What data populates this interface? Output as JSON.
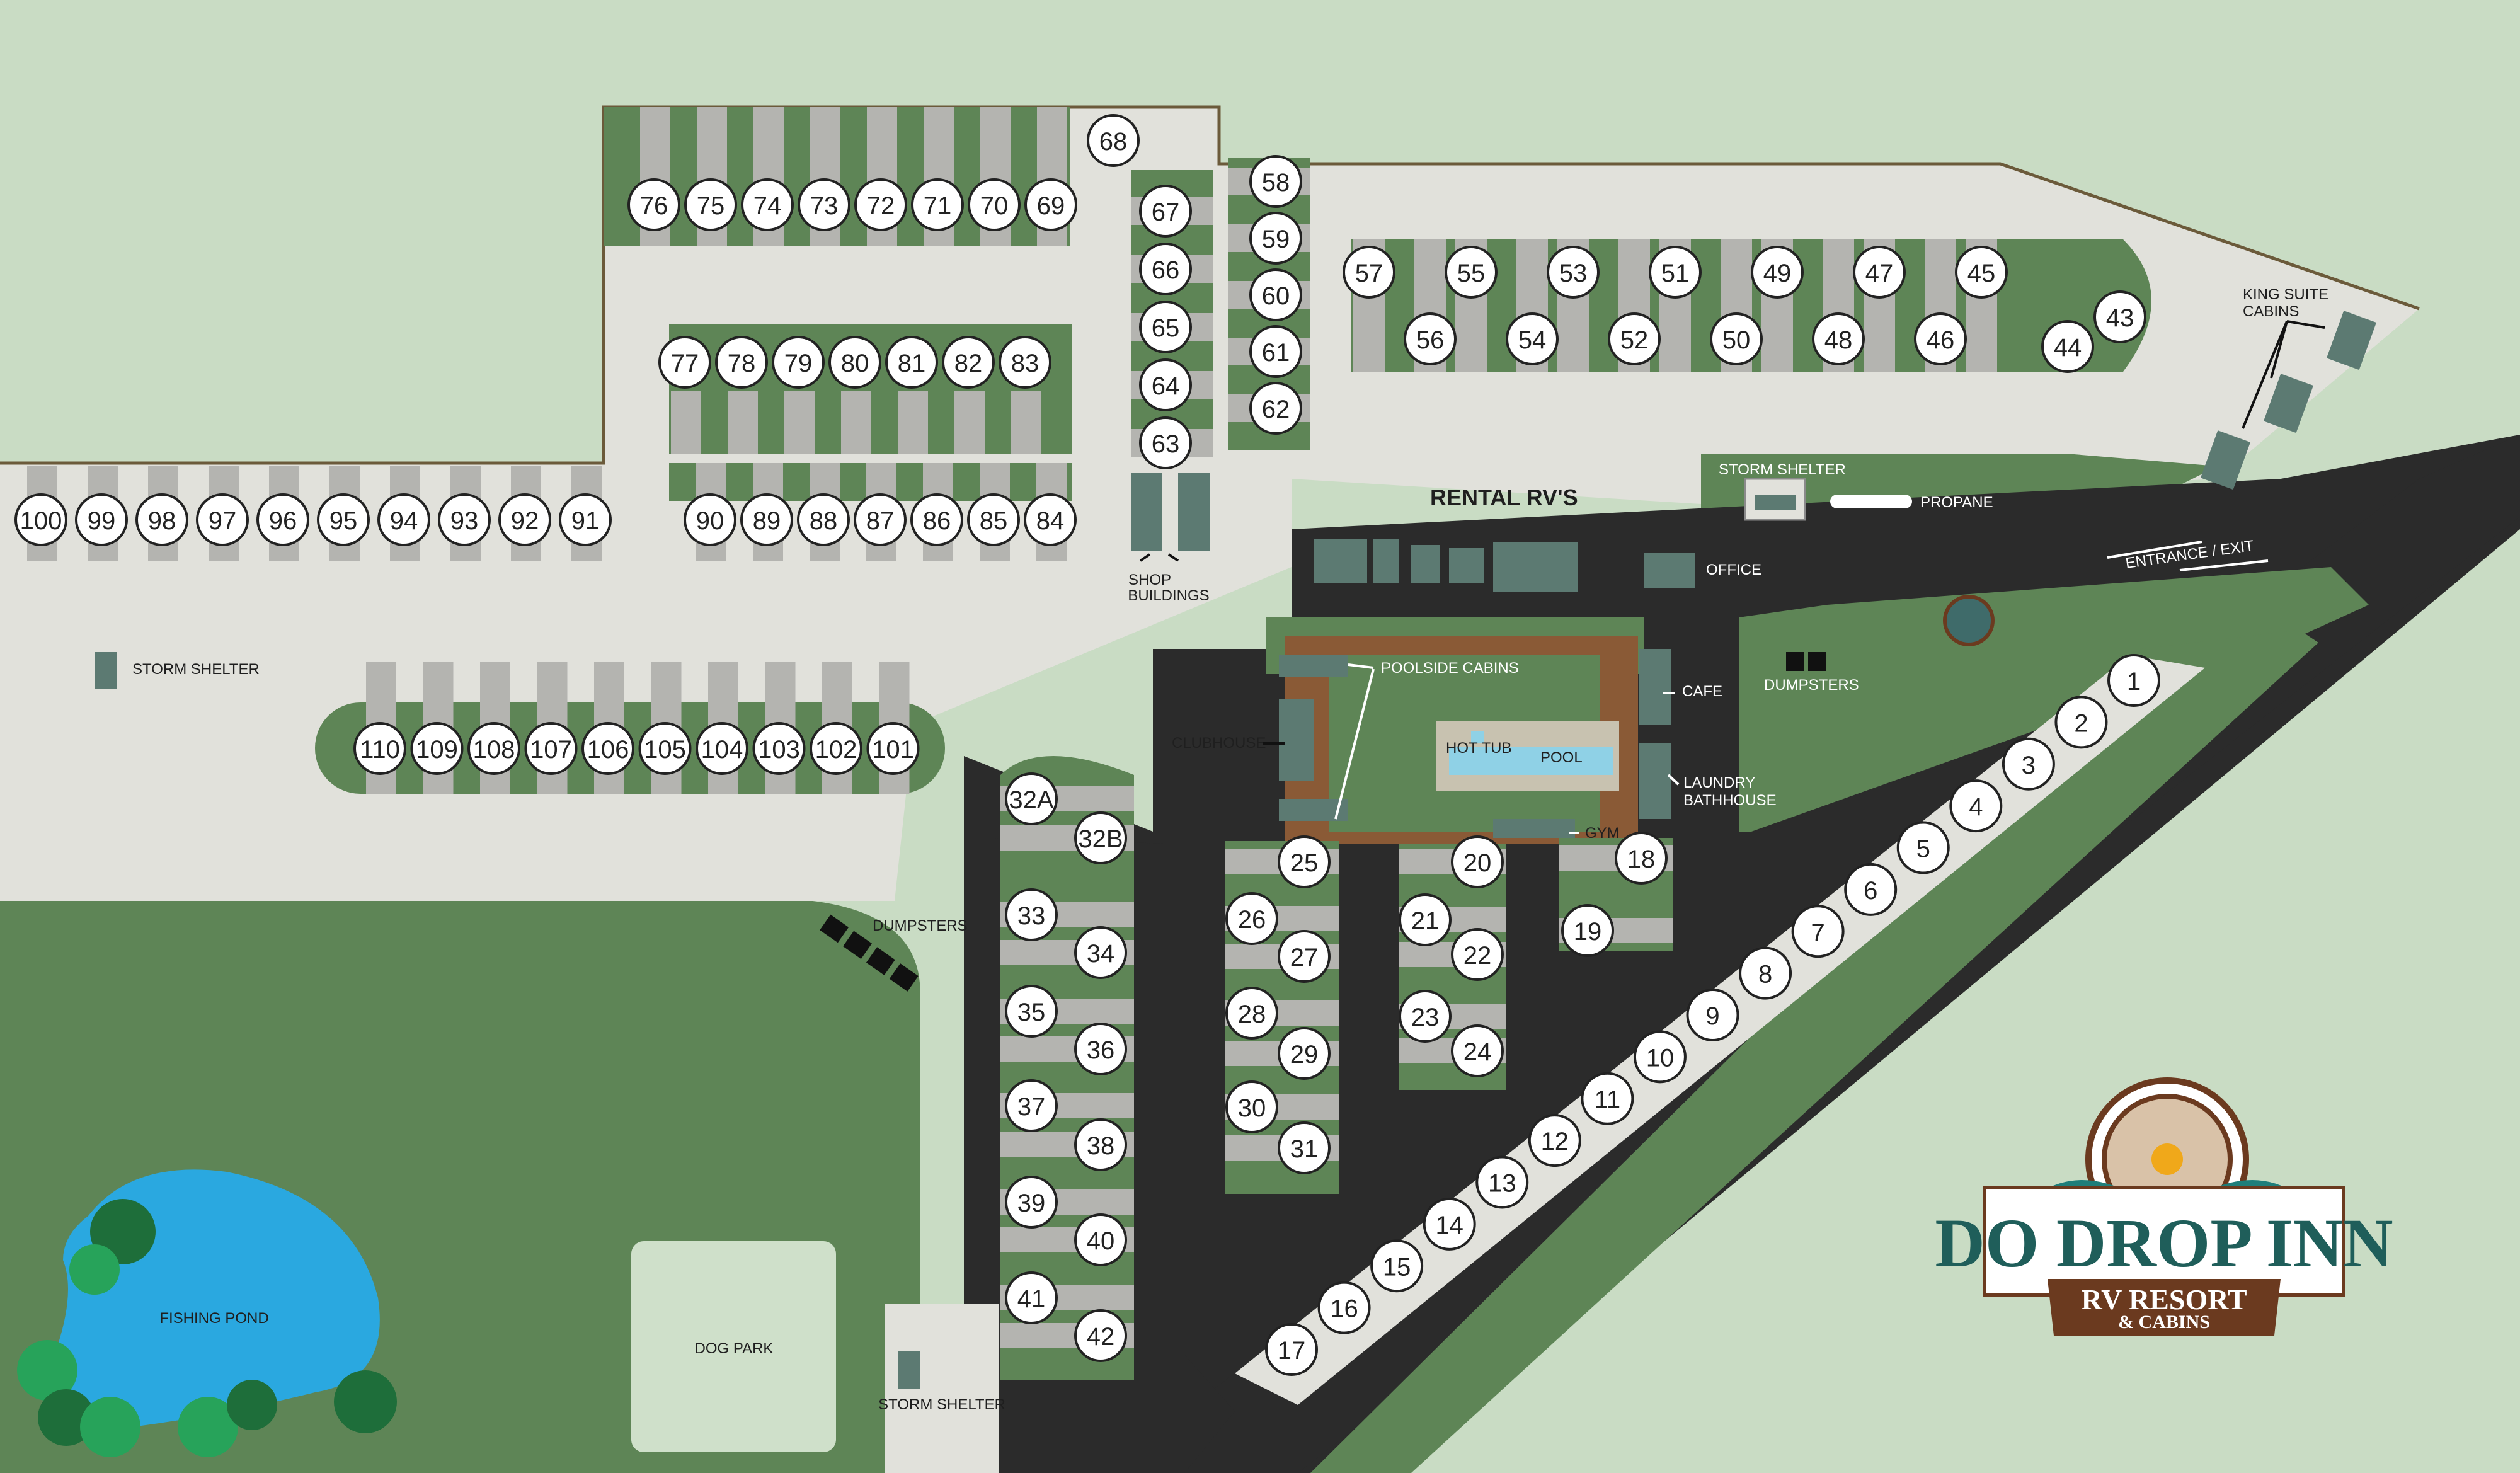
{
  "colors": {
    "background": "#c9dcc4",
    "grass": "#5e8556",
    "road": "#2b2b2b",
    "gravel": "#e1e1db",
    "pad": "#b4b4b0",
    "pond": "#2aa8e0",
    "tree": "#1e6e3a",
    "dogpark": "#cfe0ca",
    "deck": "#8a5a36",
    "building": "#5c7a72"
  },
  "labels": {
    "rental_rvs": "RENTAL RV'S",
    "storm_shelter_top": "STORM SHELTER",
    "propane": "PROPANE",
    "king_suite_cabins_1": "KING SUITE",
    "king_suite_cabins_2": "CABINS",
    "entrance_exit": "ENTRANCE / EXIT",
    "office": "OFFICE",
    "shop_buildings_1": "SHOP",
    "shop_buildings_2": "BUILDINGS",
    "storm_shelter_left": "STORM SHELTER",
    "poolside_cabins": "POOLSIDE CABINS",
    "clubhouse": "CLUBHOUSE",
    "cafe": "CAFE",
    "dumpsters_right": "DUMPSTERS",
    "hot_tub": "HOT TUB",
    "pool": "POOL",
    "laundry_1": "LAUNDRY",
    "laundry_2": "BATHHOUSE",
    "gym": "GYM",
    "dumpsters_left": "DUMPSTERS",
    "fishing_pond": "FISHING POND",
    "dog_park": "DOG PARK",
    "storm_shelter_bottom": "STORM SHELTER"
  },
  "logo": {
    "name": "DO DROP INN",
    "line2": "RV RESORT",
    "line3": "& CABINS"
  },
  "sites": {
    "row_top_a": [
      "76",
      "75",
      "74",
      "73",
      "72",
      "71",
      "70",
      "69"
    ],
    "row_top_b": [
      "77",
      "78",
      "79",
      "80",
      "81",
      "82",
      "83"
    ],
    "row_top_c": [
      "90",
      "89",
      "88",
      "87",
      "86",
      "85",
      "84"
    ],
    "row_left": [
      "100",
      "99",
      "98",
      "97",
      "96",
      "95",
      "94",
      "93",
      "92",
      "91"
    ],
    "row_loop": [
      "110",
      "109",
      "108",
      "107",
      "106",
      "105",
      "104",
      "103",
      "102",
      "101"
    ],
    "col_shop": [
      "68",
      "67",
      "66",
      "65",
      "64",
      "63"
    ],
    "col_mid": [
      "58",
      "59",
      "60",
      "61",
      "62"
    ],
    "row_east_top": [
      "57",
      "55",
      "53",
      "51",
      "49",
      "47",
      "45"
    ],
    "row_east_bottom": [
      "56",
      "54",
      "52",
      "50",
      "48",
      "46"
    ],
    "east_end": [
      "43",
      "44"
    ],
    "col_32": [
      "32A",
      "32B",
      "33",
      "34",
      "35",
      "36",
      "37",
      "38",
      "39",
      "40",
      "41",
      "42"
    ],
    "col_25": [
      "25",
      "26",
      "27",
      "28",
      "29",
      "30",
      "31"
    ],
    "col_20": [
      "20",
      "21",
      "22",
      "23",
      "24"
    ],
    "col_18": [
      "18",
      "19"
    ],
    "diagonal": [
      "1",
      "2",
      "3",
      "4",
      "5",
      "6",
      "7",
      "8",
      "9",
      "10",
      "11",
      "12",
      "13",
      "14",
      "15",
      "16",
      "17"
    ]
  }
}
